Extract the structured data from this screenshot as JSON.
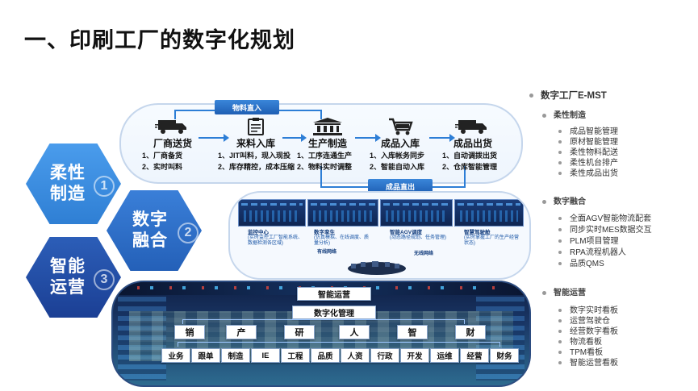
{
  "title": "一、印刷工厂的数字化规划",
  "flow": {
    "top_box": "物料直入",
    "bottom_box": "成品直出",
    "stages": [
      {
        "name": "厂商送货",
        "icon": "truck-icon",
        "items": [
          "1、厂商备货",
          "2、实时叫料"
        ]
      },
      {
        "name": "来料入库",
        "icon": "clipboard-icon",
        "items": [
          "1、JIT叫料，现入现投",
          "2、库存精控，成本压缩"
        ]
      },
      {
        "name": "生产制造",
        "icon": "factory-icon",
        "items": [
          "1、工序连通生产",
          "2、物料实时调整"
        ]
      },
      {
        "name": "成品入库",
        "icon": "cart-icon",
        "items": [
          "1、入库帐务同步",
          "2、智能自动入库"
        ]
      },
      {
        "name": "成品出货",
        "icon": "truck-icon",
        "items": [
          "1、自动调拨出货",
          "2、仓库智能管理"
        ]
      }
    ]
  },
  "hexes": [
    {
      "line1": "柔性",
      "line2": "制造",
      "num": "1",
      "color": "#3d8fe0"
    },
    {
      "line1": "数字",
      "line2": "融合",
      "num": "2",
      "color": "#2d6cc2"
    },
    {
      "line1": "智能",
      "line2": "运营",
      "num": "3",
      "color": "#2149a0"
    }
  ],
  "digital": {
    "callouts": [
      {
        "title": "监控中心",
        "text": "(实时监控工厂智能系统、数据检测各区域)"
      },
      {
        "title": "数字孪生",
        "text": "(仿真模拟、在线调度、质量分析)"
      },
      {
        "title": "智能AGV调度",
        "text": "(动态路径规划、任务管理)"
      },
      {
        "title": "智慧驾驶舱",
        "text": "(实时掌握工厂的生产经营状态)"
      }
    ],
    "net_left": "有线网络",
    "net_right": "无线网络"
  },
  "ops": {
    "layer1": "智能运营",
    "layer2": "数字化管理",
    "groups": [
      "销",
      "产",
      "研",
      "人",
      "智",
      "财"
    ],
    "items": [
      "业务",
      "跟单",
      "制造",
      "IE",
      "工程",
      "品质",
      "人资",
      "行政",
      "开发",
      "运维",
      "经营",
      "财务"
    ]
  },
  "outline": {
    "title": "数字工厂E-MST",
    "sections": [
      {
        "heading": "柔性制造",
        "items": [
          "成品智能管理",
          "原材智能管理",
          "柔性物料配送",
          "柔性机台排产",
          "柔性成品出货"
        ]
      },
      {
        "heading": "数字融合",
        "items": [
          "全面AGV智能物流配套",
          "同步实时MES数据交互",
          "PLM项目管理",
          "RPA流程机器人",
          "品质QMS"
        ]
      },
      {
        "heading": "智能运营",
        "items": [
          "数字实时看板",
          "运营驾驶仓",
          "经营数字看板",
          "物流看板",
          "TPM看板",
          "智能运营看板"
        ]
      }
    ]
  },
  "colors": {
    "accent": "#2d7ed6",
    "box": "#1f5fb4"
  }
}
